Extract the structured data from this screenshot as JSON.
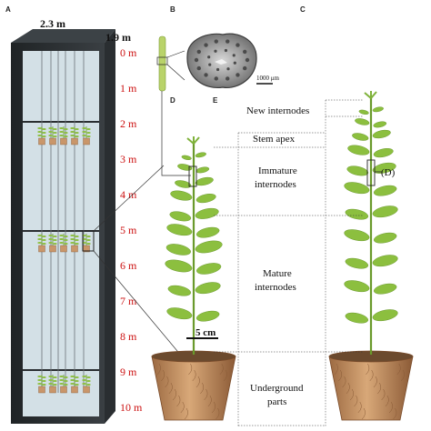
{
  "panels": {
    "a": "A",
    "b": "B",
    "c": "C",
    "d": "D",
    "e": "E"
  },
  "chamber": {
    "width_label": "2.3 m",
    "depth_label": "1.9 m"
  },
  "height_scale": [
    "0 m",
    "1 m",
    "2 m",
    "3 m",
    "4 m",
    "5 m",
    "6 m",
    "7 m",
    "8 m",
    "9 m",
    "10 m"
  ],
  "stem_section": {
    "scale_label": "1000 μm"
  },
  "plant_b": {
    "scale_label": "5 cm"
  },
  "labels": {
    "new_internodes": "New internodes",
    "stem_apex": "Stem apex",
    "immature_line1": "Immature",
    "immature_line2": "internodes",
    "mature_line1": "Mature",
    "mature_line2": "internodes",
    "underground_line1": "Underground",
    "underground_line2": "parts",
    "d_callout": "(D)"
  },
  "colors": {
    "chamber_wall": "#2c3033",
    "chamber_interior": "#d3e0e6",
    "meter_text": "#cc1111",
    "stem": "#6a9a2c",
    "leaf": "#8cbf3f",
    "pot": "#c9966a",
    "soil": "#6b4a2e"
  }
}
